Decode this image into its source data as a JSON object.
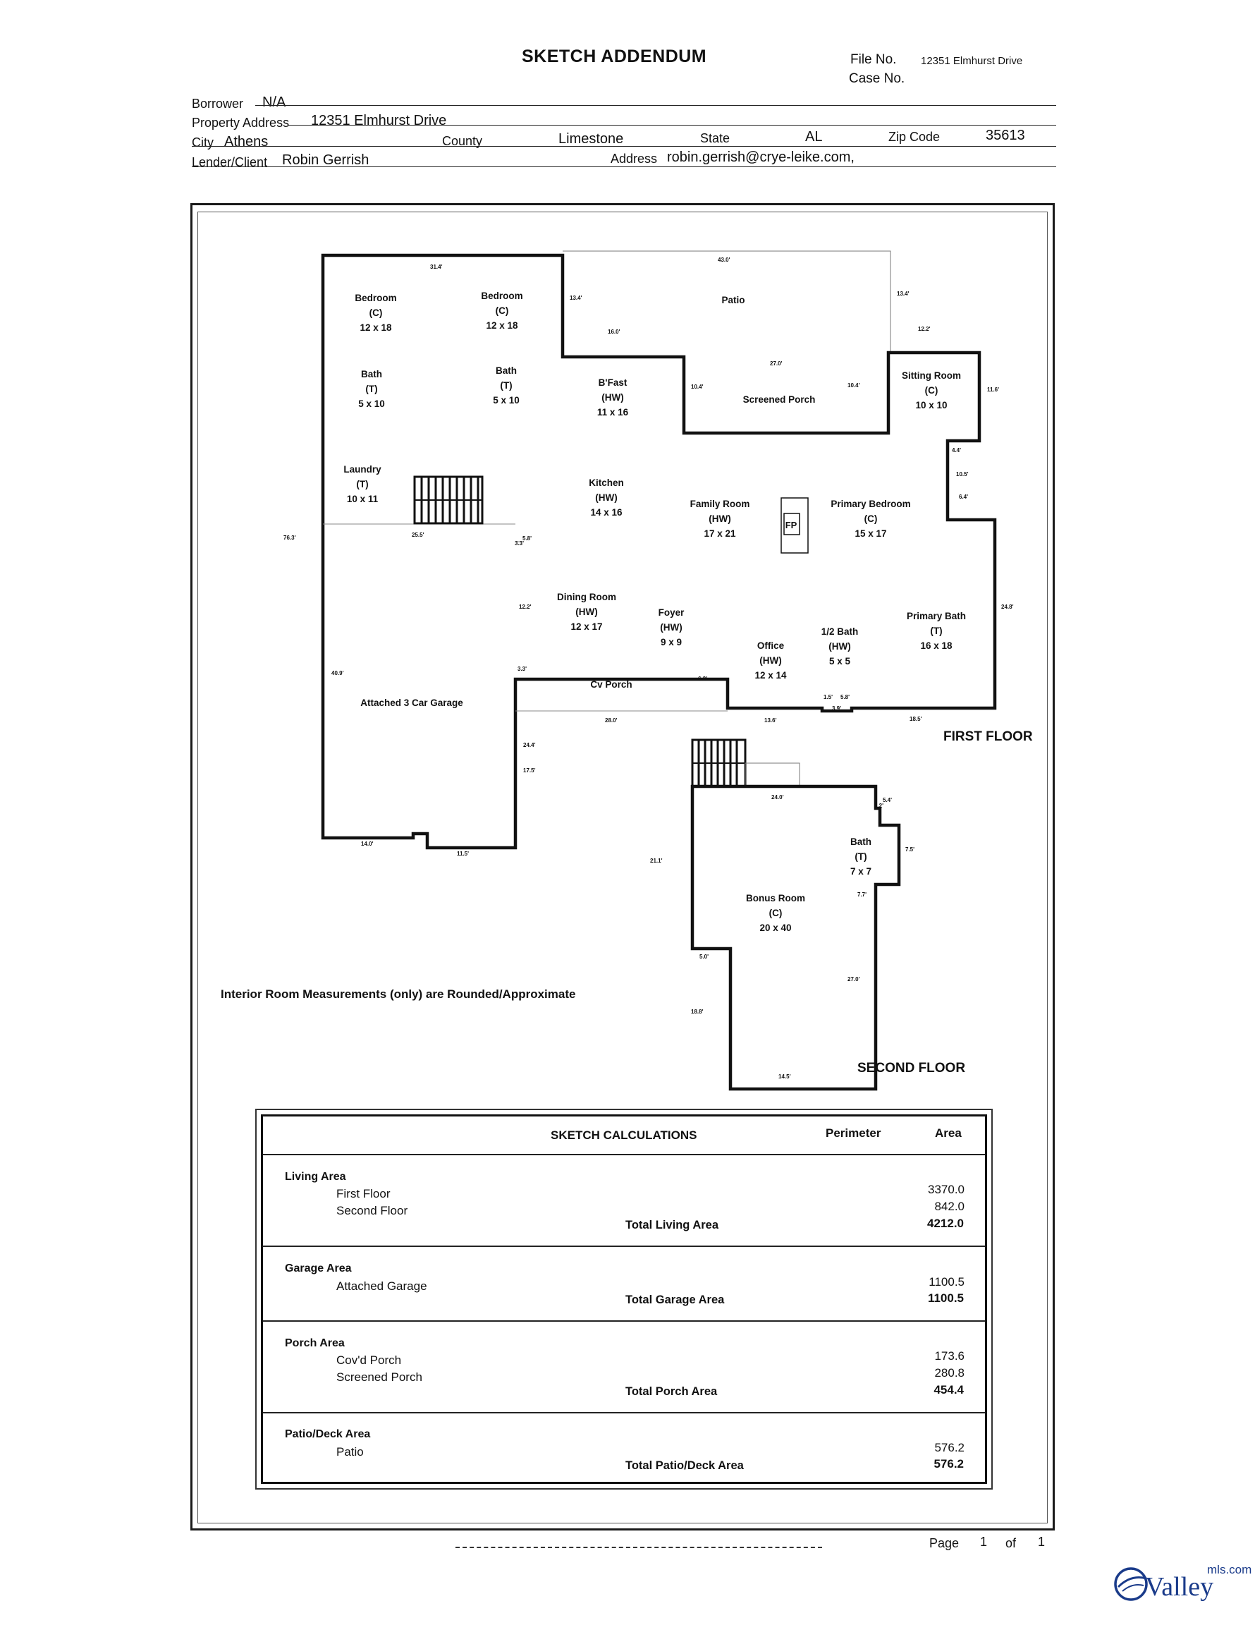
{
  "header": {
    "title": "SKETCH ADDENDUM",
    "file_no_label": "File No.",
    "file_no_value": "12351 Elmhurst Drive",
    "case_no_label": "Case No.",
    "borrower_label": "Borrower",
    "borrower_value": "N/A",
    "property_label": "Property Address",
    "property_value": "12351 Elmhurst Drive",
    "city_label": "City",
    "city_value": "Athens",
    "county_label": "County",
    "county_value": "Limestone",
    "state_label": "State",
    "state_value": "AL",
    "zip_label": "Zip Code",
    "zip_value": "35613",
    "lender_label": "Lender/Client",
    "lender_value": "Robin Gerrish",
    "address_label": "Address",
    "address_value": "robin.gerrish@crye-leike.com,"
  },
  "rooms": {
    "bedroom1": [
      "Bedroom",
      "(C)",
      "12 x 18"
    ],
    "bedroom2": [
      "Bedroom",
      "(C)",
      "12 x 18"
    ],
    "bath1": [
      "Bath",
      "(T)",
      "5 x 10"
    ],
    "bath2": [
      "Bath",
      "(T)",
      "5 x 10"
    ],
    "patio": [
      "Patio"
    ],
    "bfast": [
      "B'Fast",
      "(HW)",
      "11 x 16"
    ],
    "screened_porch": [
      "Screened Porch"
    ],
    "sitting_room": [
      "Sitting Room",
      "(C)",
      "10 x 10"
    ],
    "laundry": [
      "Laundry",
      "(T)",
      "10 x 11"
    ],
    "kitchen": [
      "Kitchen",
      "(HW)",
      "14 x 16"
    ],
    "family_room": [
      "Family Room",
      "(HW)",
      "17 x 21"
    ],
    "fp": [
      "FP"
    ],
    "primary_bedroom": [
      "Primary Bedroom",
      "(C)",
      "15 x 17"
    ],
    "dining_room": [
      "Dining Room",
      "(HW)",
      "12 x 17"
    ],
    "foyer": [
      "Foyer",
      "(HW)",
      "9 x 9"
    ],
    "office": [
      "Office",
      "(HW)",
      "12 x 14"
    ],
    "half_bath": [
      "1/2 Bath",
      "(HW)",
      "5 x 5"
    ],
    "primary_bath": [
      "Primary Bath",
      "(T)",
      "16 x 18"
    ],
    "cv_porch": [
      "Cv Porch"
    ],
    "garage": [
      "Attached 3 Car Garage"
    ],
    "upstairs_bath": [
      "Bath",
      "(T)",
      "7 x 7"
    ],
    "bonus_room": [
      "Bonus Room",
      "(C)",
      "20 x 40"
    ]
  },
  "dimensions": {
    "d1": "31.4'",
    "d2": "43.0'",
    "d3": "13.4'",
    "d4": "13.4'",
    "d5": "16.0'",
    "d6": "12.2'",
    "d7": "27.0'",
    "d8": "10.4'",
    "d9": "10.4'",
    "d10": "11.6'",
    "d11": "4.4'",
    "d12": "10.5'",
    "d13": "6.4'",
    "d14": "76.3'",
    "d15": "25.5'",
    "d16": "3.3'",
    "d17": "5.8'",
    "d18": "12.2'",
    "d19": "24.8'",
    "d20": "3.3'",
    "d21": "6.2'",
    "d22": "40.9'",
    "d23": "1.5'",
    "d24": "5.8'",
    "d25": "3.9'",
    "d26": "28.0'",
    "d27": "13.6'",
    "d28": "18.5'",
    "d29": "24.4'",
    "d30": "17.5'",
    "d31": "14.0'",
    "d32": "11.5'",
    "d33": "24.0'",
    "d34": "5.4'",
    "d35": "1.2'",
    "d36": "7.5'",
    "d37": "21.1'",
    "d38": "7.7'",
    "d39": "5.0'",
    "d40": "27.0'",
    "d41": "18.8'",
    "d42": "14.5'"
  },
  "floor_labels": {
    "first": "FIRST FLOOR",
    "second": "SECOND FLOOR"
  },
  "note": "Interior Room Measurements (only) are Rounded/Approximate",
  "calculations": {
    "heading": "SKETCH CALCULATIONS",
    "perimeter_label": "Perimeter",
    "area_label": "Area",
    "living": {
      "group": "Living Area",
      "items": [
        {
          "label": "First Floor",
          "area": "3370.0"
        },
        {
          "label": "Second  Floor",
          "area": "842.0"
        }
      ],
      "total_label": "Total Living Area",
      "total": "4212.0"
    },
    "garage": {
      "group": "Garage Area",
      "items": [
        {
          "label": "Attached  Garage",
          "area": "1100.5"
        }
      ],
      "total_label": "Total Garage Area",
      "total": "1100.5"
    },
    "porch": {
      "group": "Porch Area",
      "items": [
        {
          "label": "Cov'd Porch",
          "area": "173.6"
        },
        {
          "label": "Screened  Porch",
          "area": "280.8"
        }
      ],
      "total_label": "Total Porch Area",
      "total": "454.4"
    },
    "patio": {
      "group": "Patio/Deck Area",
      "items": [
        {
          "label": "Patio",
          "area": "576.2"
        }
      ],
      "total_label": "Total Patio/Deck Area",
      "total": "576.2"
    }
  },
  "footer": {
    "page_label": "Page",
    "page_num": "1",
    "of_label": "of",
    "page_total": "1"
  },
  "logo": {
    "brand": "Valley",
    "suffix": "mls.com"
  },
  "icons": [
    "valleymls-logo-icon",
    "stairs-icon",
    "fireplace-icon"
  ]
}
